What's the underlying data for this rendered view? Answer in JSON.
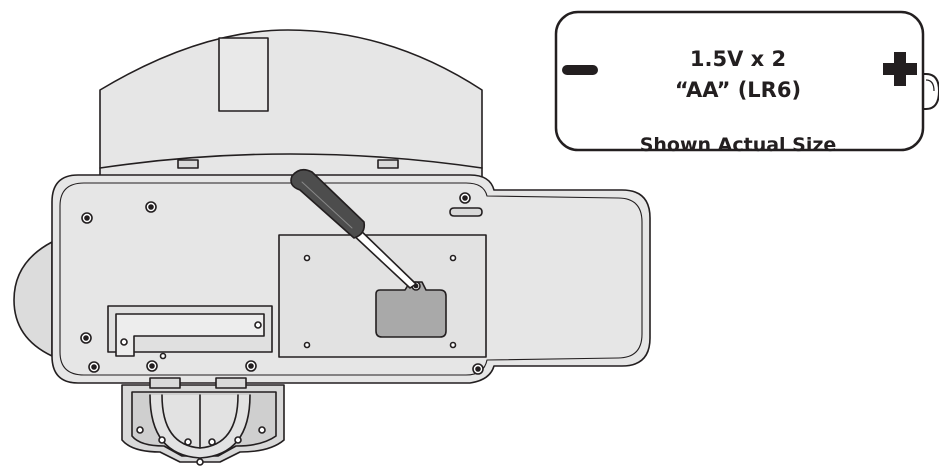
{
  "battery": {
    "voltage_label": "1.5V x 2",
    "type_label": "“AA” (LR6)",
    "negative_symbol": "minus-icon",
    "positive_symbol": "plus-icon"
  },
  "caption": {
    "text": "Shown Actual Size"
  },
  "colors": {
    "outline": "#231f20",
    "device_fill": "#e6e6e6",
    "device_shade": "#d9d9d9",
    "cover_fill": "#a9a9a9",
    "handle_fill": "#4d4d4d",
    "shaft_fill": "#ffffff"
  }
}
